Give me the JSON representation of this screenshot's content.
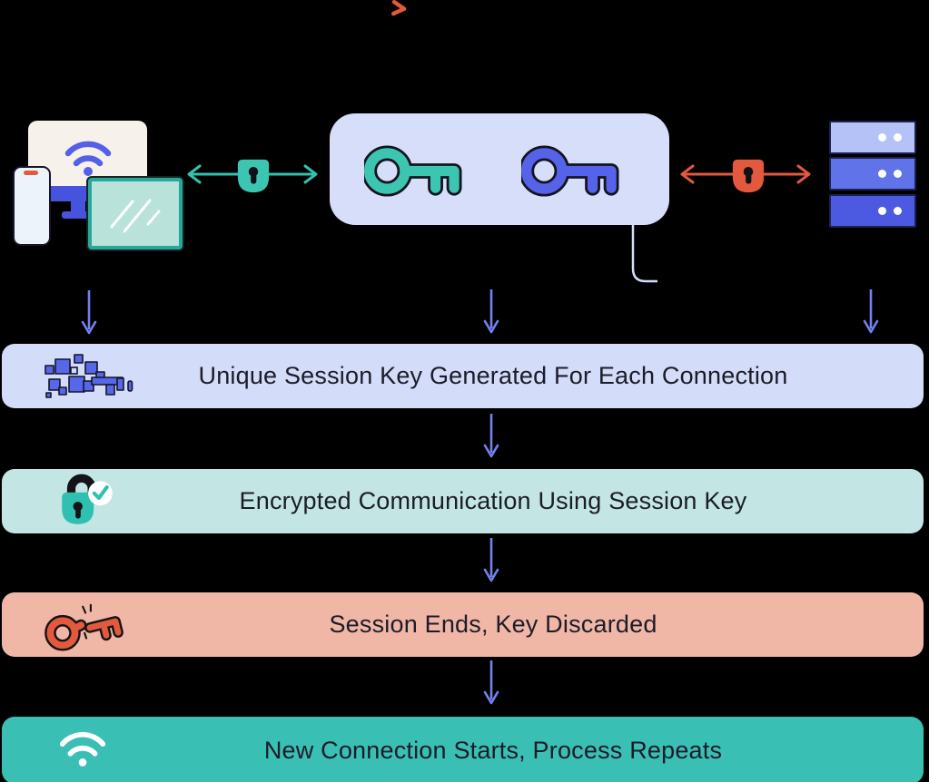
{
  "diagram": {
    "kind": "session-key-encryption-flow",
    "top_marker_icon": "orange-chevron-right-icon"
  },
  "illustrations": {
    "client_devices": {
      "name": "client-devices",
      "parts": [
        "monitor-with-wifi",
        "smartphone",
        "tablet"
      ]
    },
    "session_keys_box": {
      "keys": [
        "teal-key-icon",
        "blue-key-icon"
      ]
    },
    "server_stack": {
      "units": 3
    },
    "secure_link_left": {
      "icon": "teal-lock-arrow",
      "color": "#3cc6b2"
    },
    "secure_link_right": {
      "icon": "orange-lock-arrow",
      "color": "#e2593d"
    }
  },
  "banners": [
    {
      "label": "Unique Session Key Generated For Each Connection",
      "icon": "pixelated-key-icon",
      "bg": "#d3dcf8"
    },
    {
      "label": "Encrypted Communication Using Session Key",
      "icon": "lock-check-icon",
      "bg": "#c3e6e4"
    },
    {
      "label": "Session Ends, Key Discarded",
      "icon": "broken-key-icon",
      "bg": "#f0b7a6"
    },
    {
      "label": "New Connection Starts, Process Repeats",
      "icon": "wifi-icon",
      "bg": "#3abfb4"
    }
  ],
  "colors": {
    "background": "#000000",
    "teal": "#3cc6b2",
    "teal_banner": "#3abfb4",
    "blue": "#5463e8",
    "orange": "#e2593d",
    "lavender": "#d6def9",
    "arrow_purple": "#7382ee",
    "text": "#1c1c28",
    "server_light": "#b5c2f8",
    "server_mid": "#6173e9",
    "server_dark": "#4c5ae1"
  }
}
